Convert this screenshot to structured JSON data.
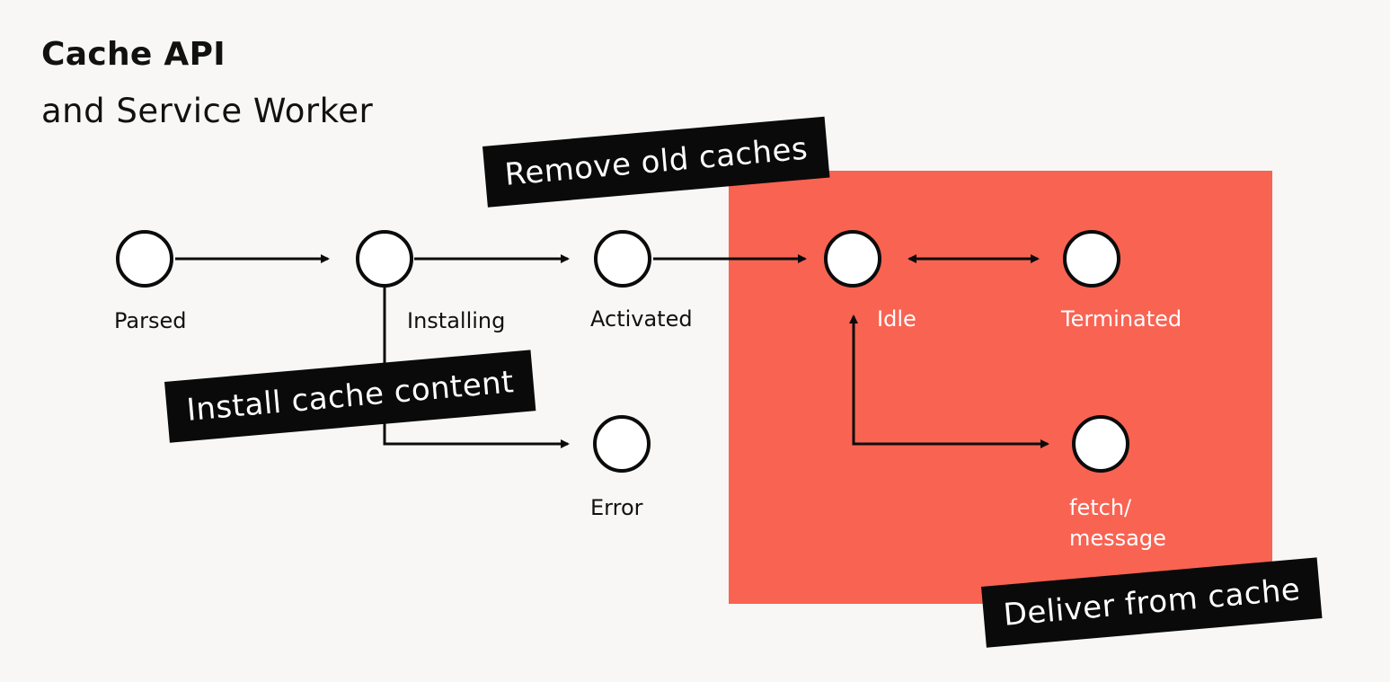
{
  "title": "Cache API",
  "subtitle": "and Service Worker",
  "states": {
    "parsed": "Parsed",
    "installing": "Installing",
    "activated": "Activated",
    "idle": "Idle",
    "terminated": "Terminated",
    "error": "Error",
    "fetch_line1": "fetch/",
    "fetch_line2": "message"
  },
  "callouts": {
    "remove": "Remove old caches",
    "install": "Install cache content",
    "deliver": "Deliver from cache"
  },
  "colors": {
    "background": "#f8f7f5",
    "panel": "#f96352",
    "ink": "#0b0b0b"
  }
}
